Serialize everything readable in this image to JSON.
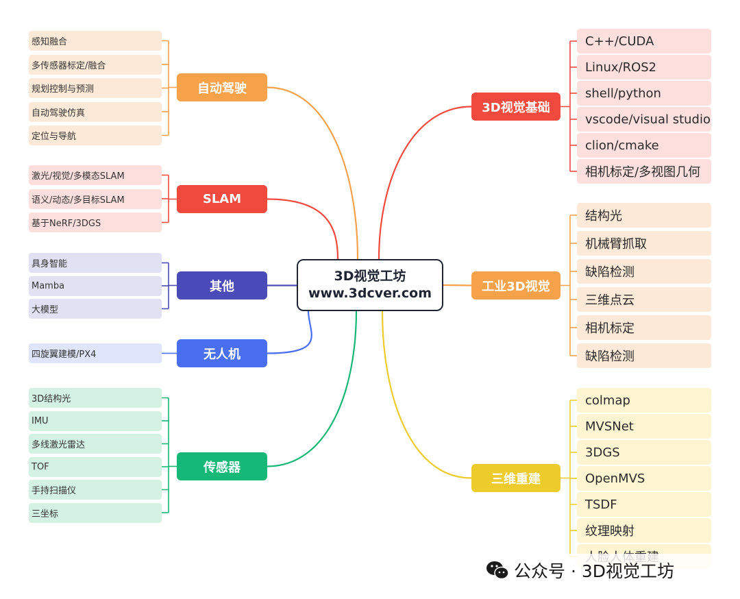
{
  "center": {
    "line1": "3D视觉工坊",
    "line2": "www.3dcver.com"
  },
  "left": [
    {
      "id": "autodrive",
      "label": "自动驾驶",
      "color": "#f5a24b",
      "leafBg": "#fde9d7",
      "items": [
        "感知融合",
        "多传感器标定/融合",
        "规划控制与预测",
        "自动驾驶仿真",
        "定位与导航"
      ]
    },
    {
      "id": "slam",
      "label": "SLAM",
      "color": "#f04a3e",
      "leafBg": "#fde0de",
      "items": [
        "激光/视觉/多模态SLAM",
        "语义/动态/多目标SLAM",
        "基于NeRF/3DGS"
      ]
    },
    {
      "id": "other",
      "label": "其他",
      "color": "#4a4ab8",
      "leafBg": "#e1e1f3",
      "items": [
        "具身智能",
        "Mamba",
        "大模型"
      ]
    },
    {
      "id": "uav",
      "label": "无人机",
      "color": "#4a6ef0",
      "leafBg": "#dfe5fb",
      "items": [
        "四旋翼建模/PX4"
      ]
    },
    {
      "id": "sensor",
      "label": "传感器",
      "color": "#16b877",
      "leafBg": "#d4f2e4",
      "items": [
        "3D结构光",
        "IMU",
        "多线激光雷达",
        "TOF",
        "手持扫描仪",
        "三坐标"
      ]
    }
  ],
  "right": [
    {
      "id": "base3d",
      "label": "3D视觉基础",
      "color": "#f04a3e",
      "leafBg": "#fde0de",
      "items": [
        "C++/CUDA",
        "Linux/ROS2",
        "shell/python",
        "vscode/visual studio",
        "clion/cmake",
        "相机标定/多视图几何"
      ]
    },
    {
      "id": "industry",
      "label": "工业3D视觉",
      "color": "#f5a24b",
      "leafBg": "#fde9d7",
      "items": [
        "结构光",
        "机械臂抓取",
        "缺陷检测",
        "三维点云",
        "相机标定",
        "缺陷检测"
      ]
    },
    {
      "id": "recon",
      "label": "三维重建",
      "color": "#eccb2a",
      "leafBg": "#fdf5d2",
      "items": [
        "colmap",
        "MVSNet",
        "3DGS",
        "OpenMVS",
        "TSDF",
        "纹理映射",
        "人脸人体重建"
      ]
    }
  ],
  "footer": {
    "text": "公众号 · 3D视觉工坊",
    "icon": "wechat-icon"
  }
}
